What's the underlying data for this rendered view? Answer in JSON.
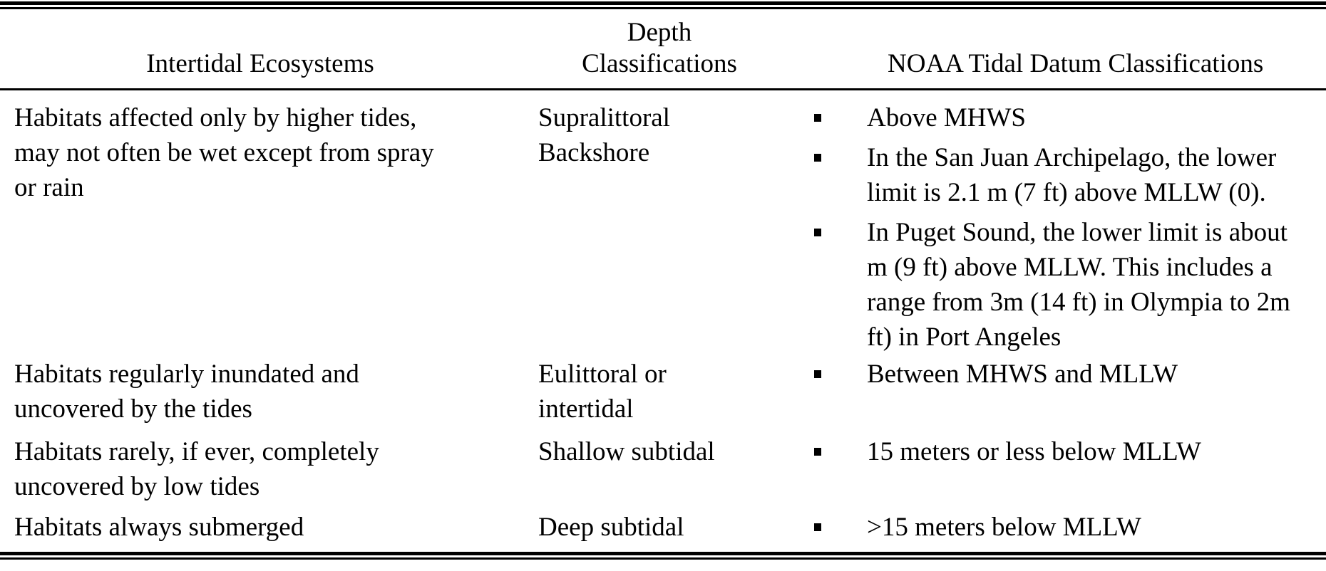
{
  "table": {
    "headers": {
      "ecosystems": "Intertidal Ecosystems",
      "depth_line1": "Depth",
      "depth_line2": "Classifications",
      "noaa": "NOAA Tidal Datum Classifications"
    },
    "rows": [
      {
        "ecosystem_lines": [
          "Habitats affected only by higher tides,",
          "may not often be wet except from spray",
          "or rain"
        ],
        "depth_lines": [
          "Supralittoral",
          "Backshore"
        ],
        "noaa_bullets": [
          {
            "lines": [
              "Above MHWS"
            ]
          },
          {
            "lines": [
              "In the San Juan Archipelago, the lower",
              "limit is 2.1 m (7 ft) above MLLW (0)."
            ]
          },
          {
            "lines": [
              "In Puget Sound, the lower limit is about",
              "m (9 ft) above MLLW. This includes a",
              "range from 3m (14 ft) in Olympia to 2m",
              "ft) in Port Angeles"
            ]
          }
        ]
      },
      {
        "ecosystem_lines": [
          "Habitats regularly inundated and",
          "uncovered by the tides"
        ],
        "depth_lines": [
          "Eulittoral or",
          "intertidal"
        ],
        "noaa_bullets": [
          {
            "lines": [
              "Between MHWS and MLLW"
            ]
          }
        ]
      },
      {
        "ecosystem_lines": [
          "Habitats rarely, if ever, completely",
          "uncovered by low tides"
        ],
        "depth_lines": [
          "Shallow subtidal"
        ],
        "noaa_bullets": [
          {
            "lines": [
              "15 meters or less below MLLW"
            ]
          }
        ]
      },
      {
        "ecosystem_lines": [
          "Habitats always submerged"
        ],
        "depth_lines": [
          "Deep subtidal"
        ],
        "noaa_bullets": [
          {
            "lines": [
              ">15 meters below MLLW"
            ]
          }
        ]
      }
    ]
  }
}
